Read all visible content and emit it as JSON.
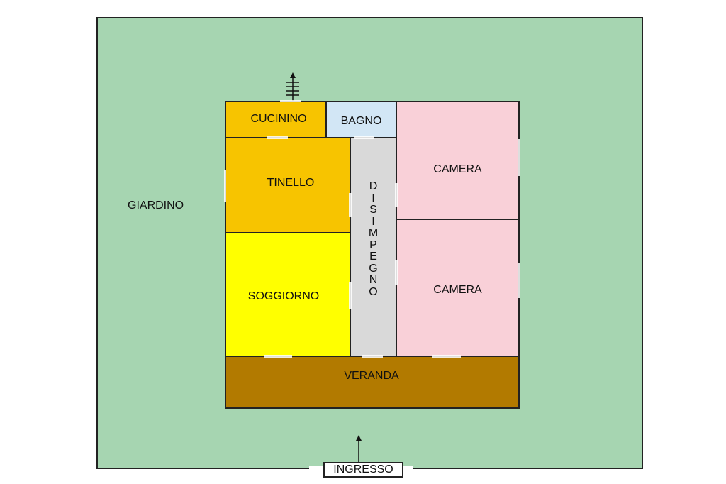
{
  "title": "",
  "colors": {
    "garden": "#a6d5b1",
    "kitchen": "#f7c400",
    "bathroom": "#d2e6f5",
    "bedroom": "#f9d0d8",
    "living": "#ffff00",
    "corridor": "#d9d9d9",
    "veranda": "#b27a00",
    "walls": "#222222"
  },
  "labels": {
    "garden": "GIARDINO",
    "kitchenette": "CUCININO",
    "bathroom": "BAGNO",
    "dining": "TINELLO",
    "living": "SOGGIORNO",
    "corridor_letters": [
      "D",
      "I",
      "S",
      "I",
      "M",
      "P",
      "E",
      "G",
      "N",
      "O"
    ],
    "bedroom_1": "CAMERA",
    "bedroom_2": "CAMERA",
    "veranda": "VERANDA",
    "entrance": "INGRESSO"
  }
}
